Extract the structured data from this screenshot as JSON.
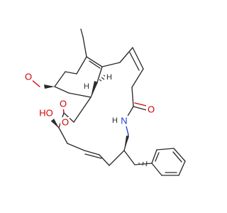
{
  "labels": {
    "nitrogen": "N",
    "nh_hydrogen": "H",
    "carbonyl_oxygen_amide": "O",
    "carbonyl_oxygen_ester": "O",
    "ester_oxygen": "O",
    "hydroxyl": "HO",
    "methoxy_oxygen": "O",
    "stereo_h_upper": "H",
    "stereo_h_lower": "H"
  }
}
